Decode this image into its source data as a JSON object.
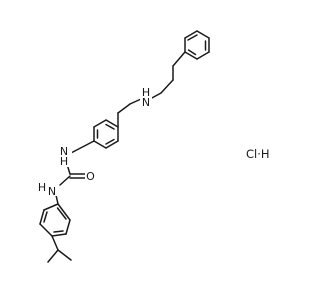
{
  "atoms": {
    "amine_nh": "N",
    "amine_h": "H",
    "urea_nh_upper": "N",
    "urea_h_upper": "H",
    "urea_nh_lower": "N",
    "urea_h_lower": "H",
    "carbonyl_o": "O"
  },
  "salt": "Cl·H",
  "colors": {
    "bond": "#1a1a1a",
    "background": "#ffffff"
  }
}
